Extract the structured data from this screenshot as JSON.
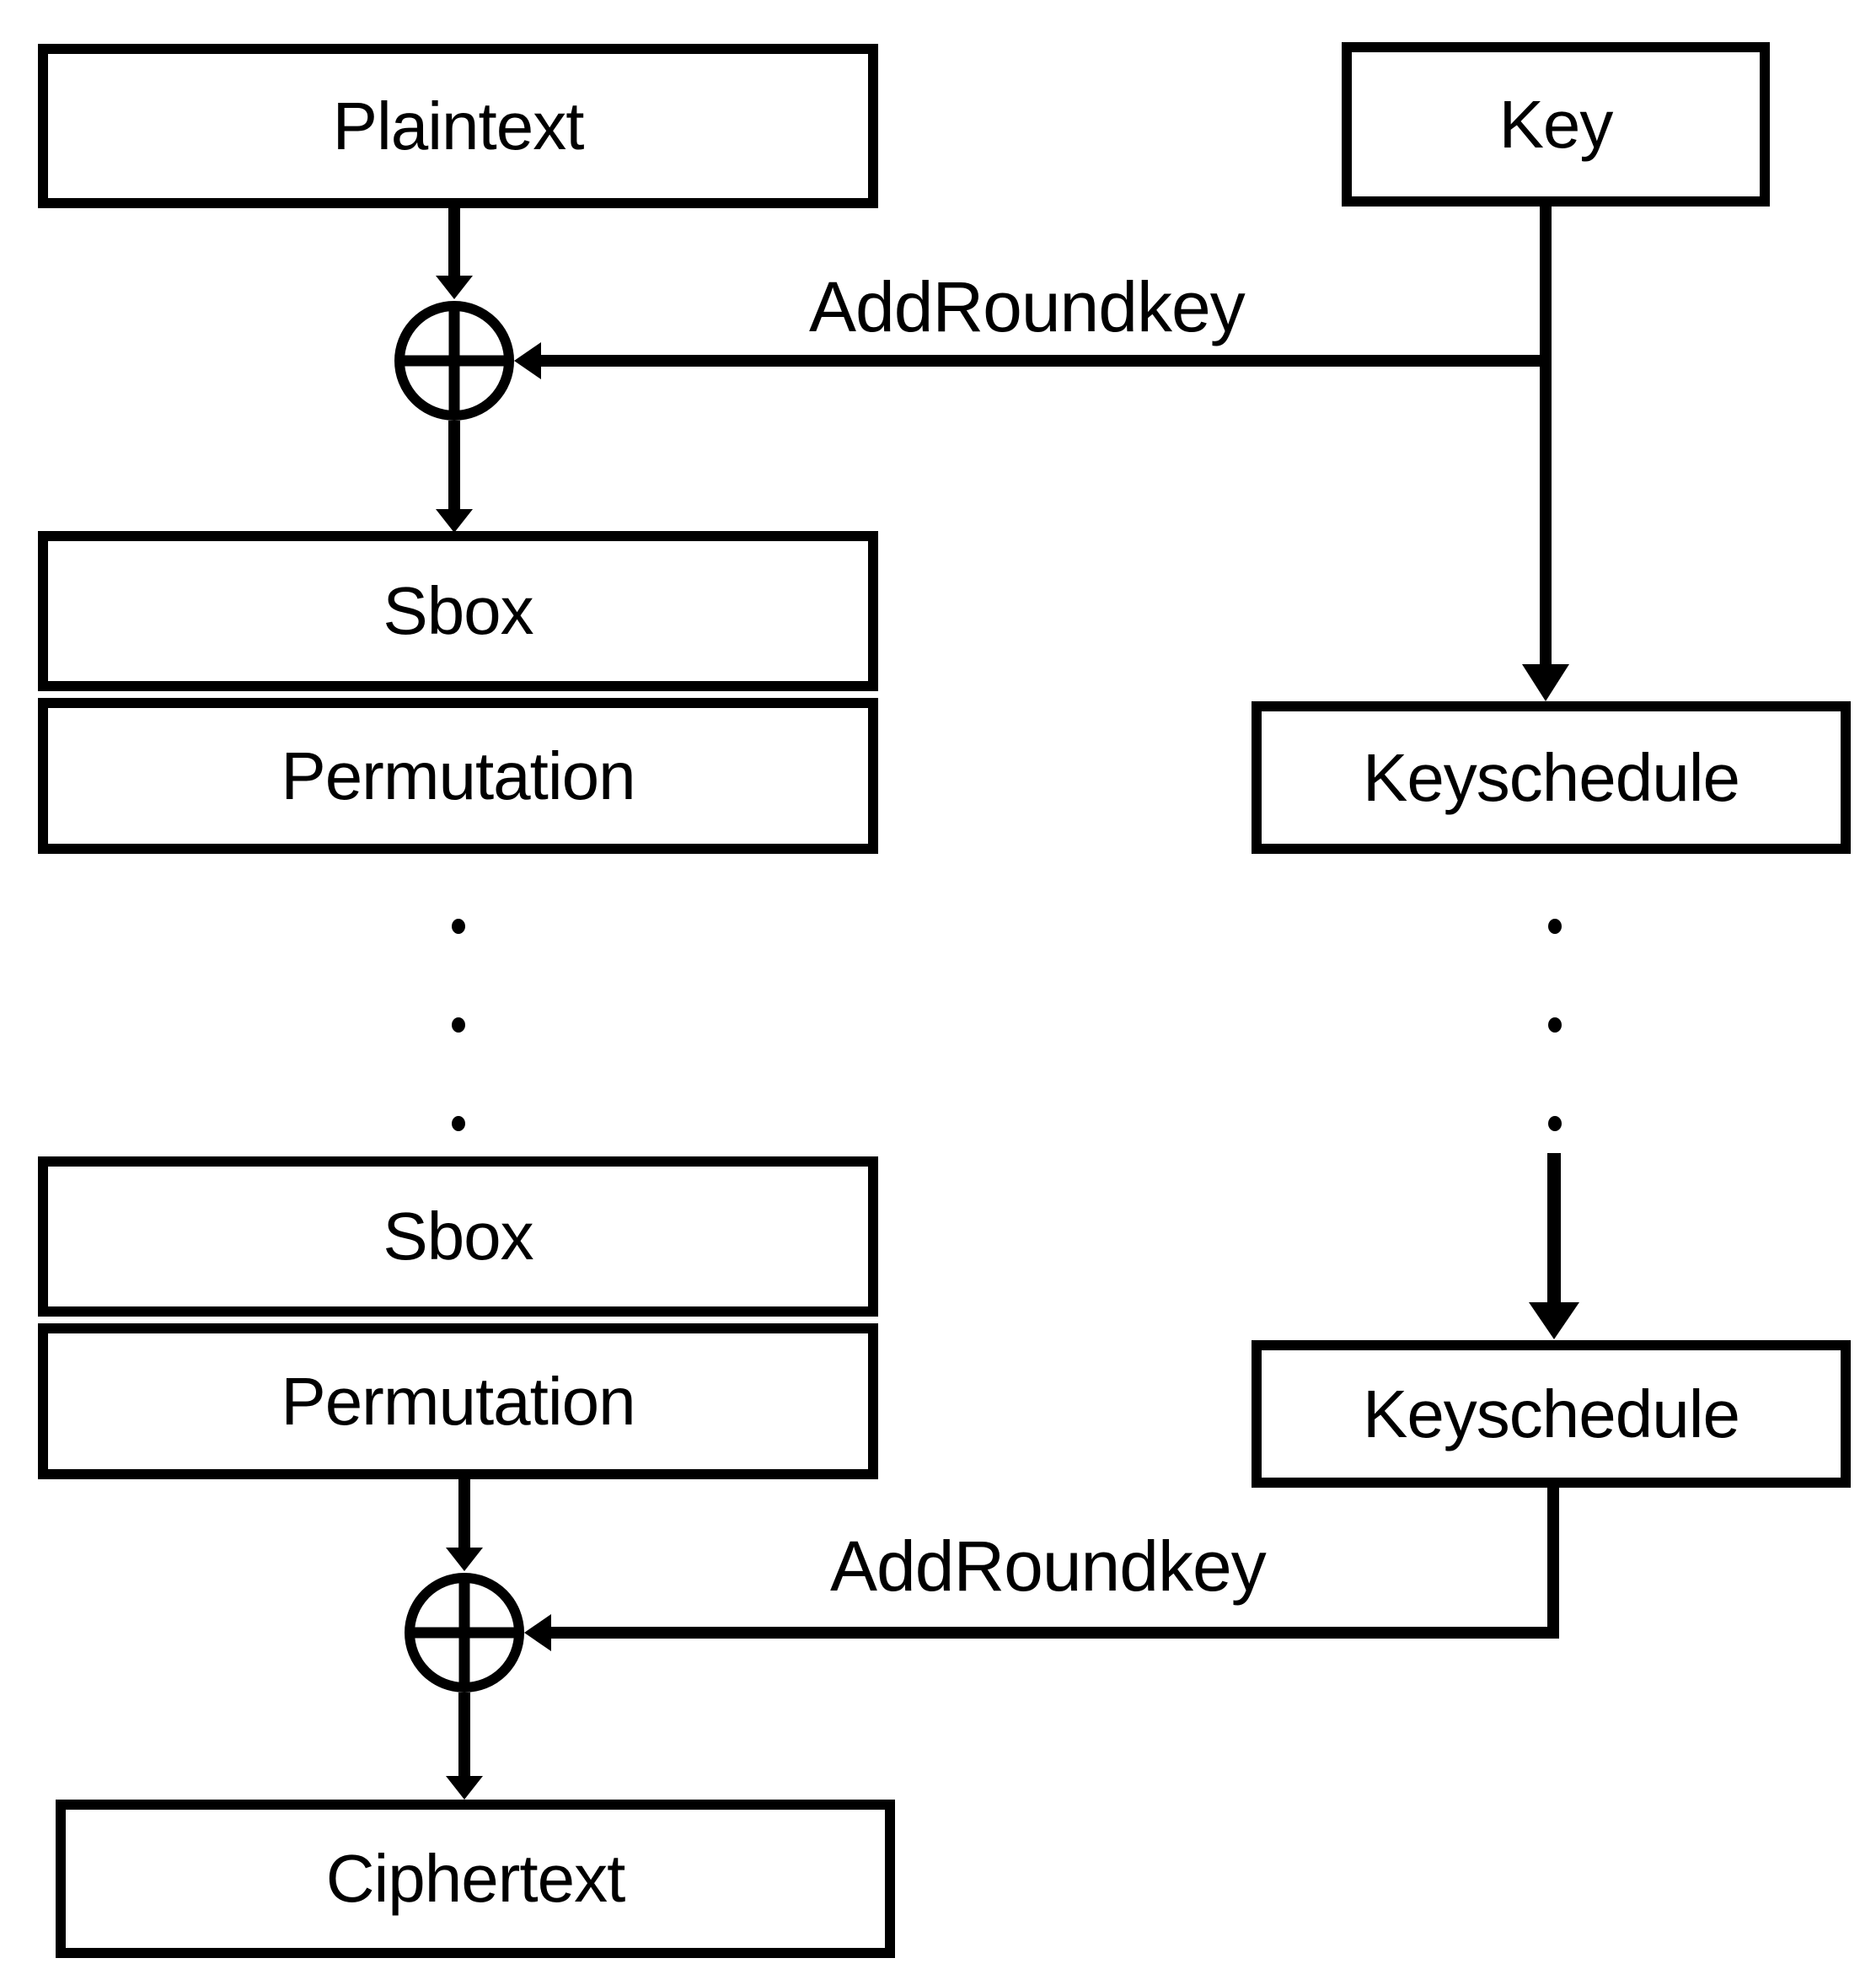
{
  "page": {
    "background": "#ffffff",
    "ink": "#000000"
  },
  "diagram": {
    "nodes": {
      "plaintext": "Plaintext",
      "key": "Key",
      "sbox_round1": "Sbox",
      "permutation_round1": "Permutation",
      "keyschedule_round1": "Keyschedule",
      "sbox_final_round": "Sbox",
      "permutation_final_round": "Permutation",
      "keyschedule_final_round": "Keyschedule",
      "ciphertext": "Ciphertext"
    },
    "edge_labels": {
      "add_roundkey_top": "AddRoundkey",
      "add_roundkey_bottom": "AddRoundkey"
    },
    "symbols": {
      "xor": "⊕",
      "ellipsis": "⋮"
    }
  }
}
